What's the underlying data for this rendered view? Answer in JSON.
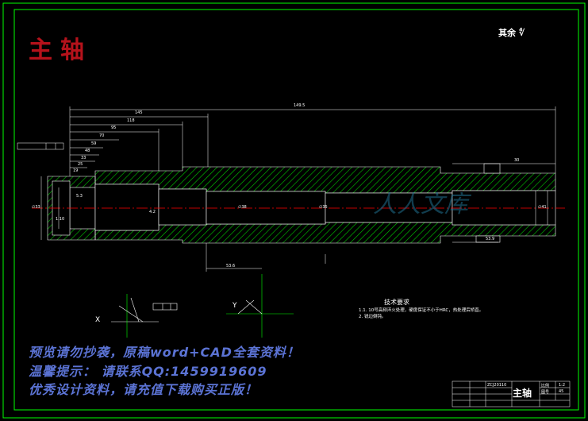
{
  "drawing": {
    "title": "主轴",
    "roughness_note": "其余 ∜",
    "tech_requirements_title": "技术要求",
    "tech_requirements": [
      "1.1. 10号高频淬火处理，硬度保证不小于HRC，热处理后矫直。",
      "2. 锐边倒钝。"
    ],
    "view_labels": {
      "x_label": "X",
      "y_label": "Y"
    },
    "dimensions": [
      "149.5",
      "145",
      "118",
      "95",
      "70",
      "59",
      "48",
      "33",
      "25",
      "19",
      "5.3",
      "1.10",
      "53.6",
      "53.9",
      "30",
      "4.2",
      "∅33",
      "∅35",
      "∅38",
      "∅41"
    ]
  },
  "promo": {
    "line1": "预览请勿抄袭，原稿word+CAD全套资料！",
    "line2": "温馨提示：  请联系QQ:1459919609",
    "line3": "优秀设计资料，请充值下载购买正版！"
  },
  "title_block": {
    "part_name": "主轴",
    "scale_label": "比例",
    "scale_value": "1:2",
    "sheet_label": "图号",
    "material": "45",
    "drawing_no": "ZCJ20110"
  },
  "colors": {
    "background": "#000000",
    "frame": "#00ff00",
    "section_hatch": "#00cc00",
    "centerline": "#ff0000",
    "title_red": "#b5121b",
    "promo_blue": "#5b73d4"
  }
}
